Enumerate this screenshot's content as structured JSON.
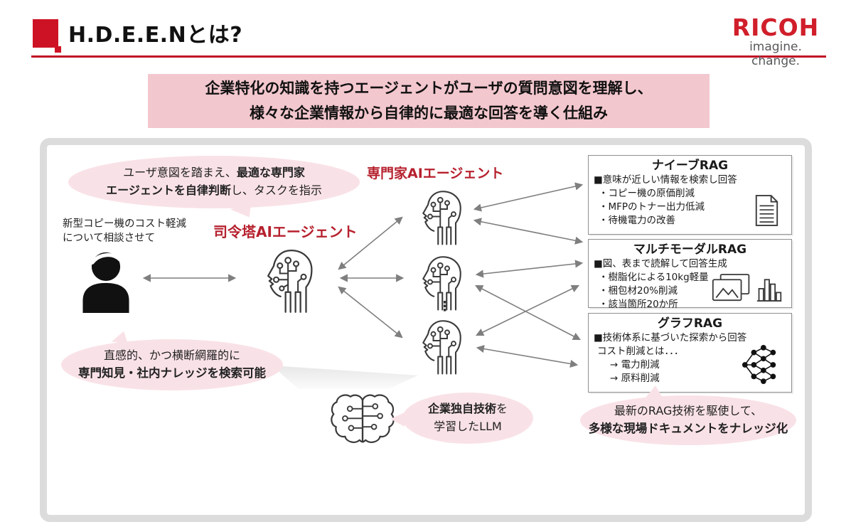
{
  "slide": {
    "title": "H.D.E.E.Nとは?",
    "logo": {
      "brand": "RICOH",
      "tagline": "imagine. change."
    },
    "banner": {
      "line1": "企業特化の知識を持つエージェントがユーザの質問意図を理解し、",
      "line2": "様々な企業情報から自律的に最適な回答を導く仕組み"
    }
  },
  "diagram": {
    "task_bubble": {
      "l1_normal": "ユーザ意図を踏まえ、",
      "l1_bold": "最適な専門家",
      "l2_bold": "エージェントを自律判断",
      "l2_normal": "し、タスクを指示"
    },
    "user": {
      "query_line1": "新型コピー機のコスト軽減",
      "query_line2": "について相談させて"
    },
    "commander_label": "司令塔AIエージェント",
    "specialist_label": "専門家AIエージェント",
    "more_agents_mark": "⋮",
    "rag_boxes": [
      {
        "title": "ナイーブRAG",
        "line1": "■意味が近しい情報を検索し回答",
        "line2": "・コピー機の原価削減",
        "line3": "・MFPのトナー出力低減",
        "line4": "・待機電力の改善",
        "icon": "document-icon"
      },
      {
        "title": "マルチモーダルRAG",
        "line1": "■図、表まで読解して回答生成",
        "line2": "・樹脂化による10kg軽量",
        "line3": "・梱包材20%削減",
        "line4": "・該当箇所20か所",
        "icon": "image-icon, bar-chart-icon"
      },
      {
        "title": "グラフRAG",
        "line1": "■技術体系に基づいた探索から回答",
        "line2": "コスト削減とは．．．",
        "line3": "→ 電力削減",
        "line4": "→ 原料削減",
        "icon": "network-graph-icon"
      }
    ],
    "search_bubble": {
      "line1": "直感的、かつ横断網羅的に",
      "line2_bold": "専門知見・社内ナレッジを検索可能"
    },
    "llm_bubble": {
      "l1_bold": "企業独自技術",
      "l1_normal": "を",
      "line2": "学習したLLM"
    },
    "rag_bubble": {
      "line1": "最新のRAG技術を駆使して、",
      "line2_bold": "多様な現場ドキュメントをナレッジ化"
    }
  },
  "colors": {
    "brand_red": "#ce1225",
    "rule_red": "#c00f24",
    "label_red": "#b6212e",
    "banner_pink": "#f3c7ce",
    "bubble_pink": "#f9e2e7",
    "arrow_gray": "#7f7f7f",
    "canvas_border_gray": "#dcdcdc",
    "text_black": "#1a1a1a"
  }
}
